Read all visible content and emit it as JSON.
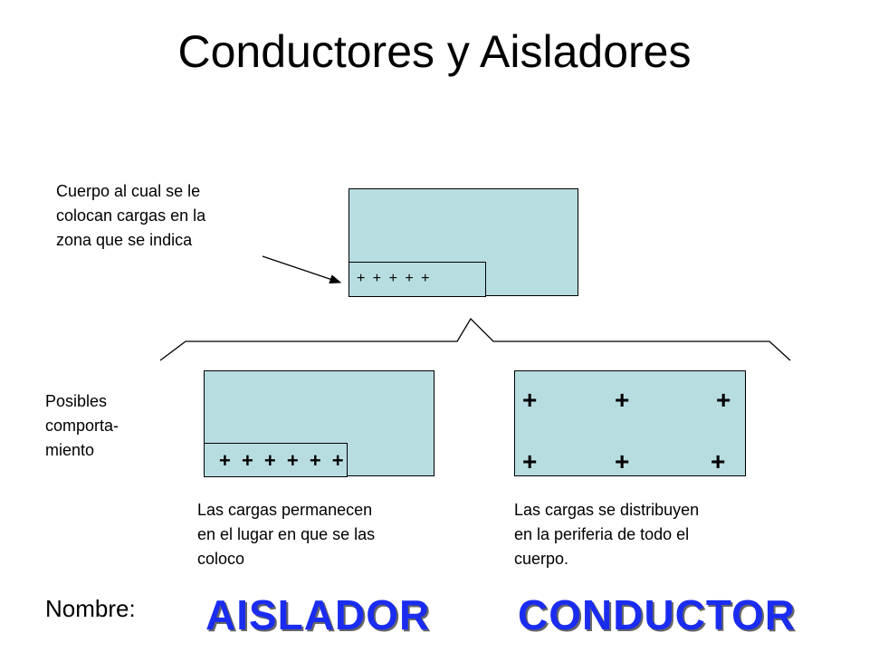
{
  "title": "Conductores y Aisladores",
  "top_note": [
    "Cuerpo al cual se le",
    "colocan cargas en la",
    "zona que se indica"
  ],
  "top_box_charges": "+ + + + +",
  "side_note": [
    "Posibles",
    "comporta-",
    "miento"
  ],
  "insulator": {
    "charges": "+ + + + + +",
    "description": [
      "Las cargas permanecen",
      "en el lugar en que se las",
      "coloco"
    ],
    "label": "AISLADOR"
  },
  "conductor": {
    "plus_sign": "+",
    "description": [
      "Las cargas se distribuyen",
      "en la periferia de todo el",
      "cuerpo."
    ],
    "label": "CONDUCTOR"
  },
  "name_label": "Nombre:",
  "colors": {
    "box_fill": "#b8dde1",
    "label_blue": "#1a2cf0"
  }
}
